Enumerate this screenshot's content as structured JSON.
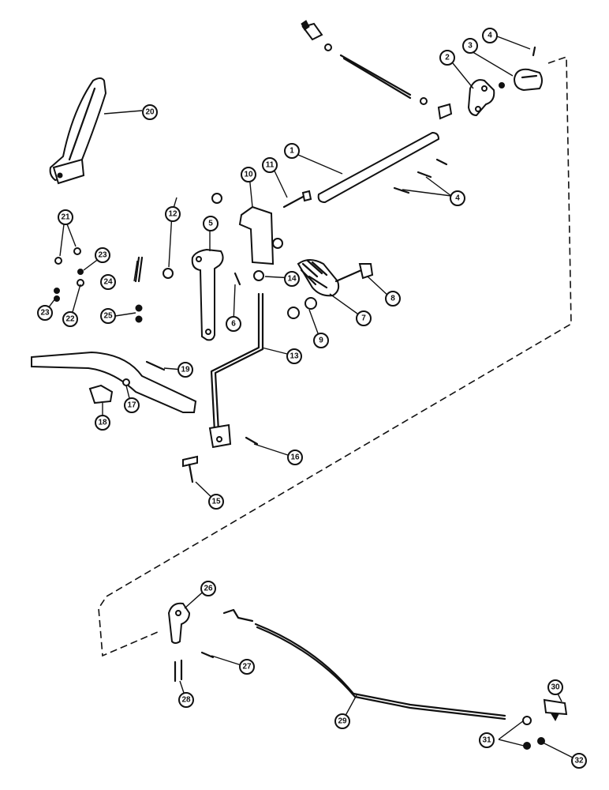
{
  "callouts": {
    "c1": "1",
    "c2": "2",
    "c3": "3",
    "c4a": "4",
    "c4b": "4",
    "c5": "5",
    "c6": "6",
    "c7": "7",
    "c8": "8",
    "c9": "9",
    "c10": "10",
    "c11": "11",
    "c12": "12",
    "c13": "13",
    "c14": "14",
    "c15": "15",
    "c16": "16",
    "c17": "17",
    "c18": "18",
    "c19": "19",
    "c20": "20",
    "c21": "21",
    "c22": "22",
    "c23a": "23",
    "c23b": "23",
    "c24": "24",
    "c25": "25",
    "c26": "26",
    "c27": "27",
    "c28": "28",
    "c29": "29",
    "c30": "30",
    "c31": "31",
    "c32": "32"
  }
}
